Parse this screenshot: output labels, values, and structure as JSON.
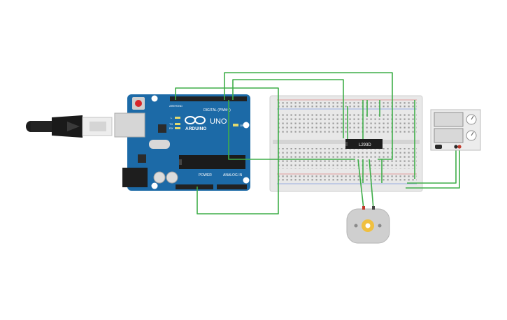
{
  "arduino": {
    "logo_text": "ARDUINO",
    "model": "UNO",
    "digital_label": "DIGITAL (PWM~)",
    "power_label": "POWER",
    "analog_label": "ANALOG IN",
    "on_label": "ON",
    "led_l": "L",
    "led_tx": "TX",
    "led_rx": "RX",
    "aref_label": "AREF",
    "gnd_label": "GND"
  },
  "chip": {
    "label": "L293D"
  },
  "colors": {
    "wire": "#3fae49",
    "board": "#1c6aa7",
    "breadboard": "#e8e8e8",
    "motor": "#cfcfcf"
  }
}
